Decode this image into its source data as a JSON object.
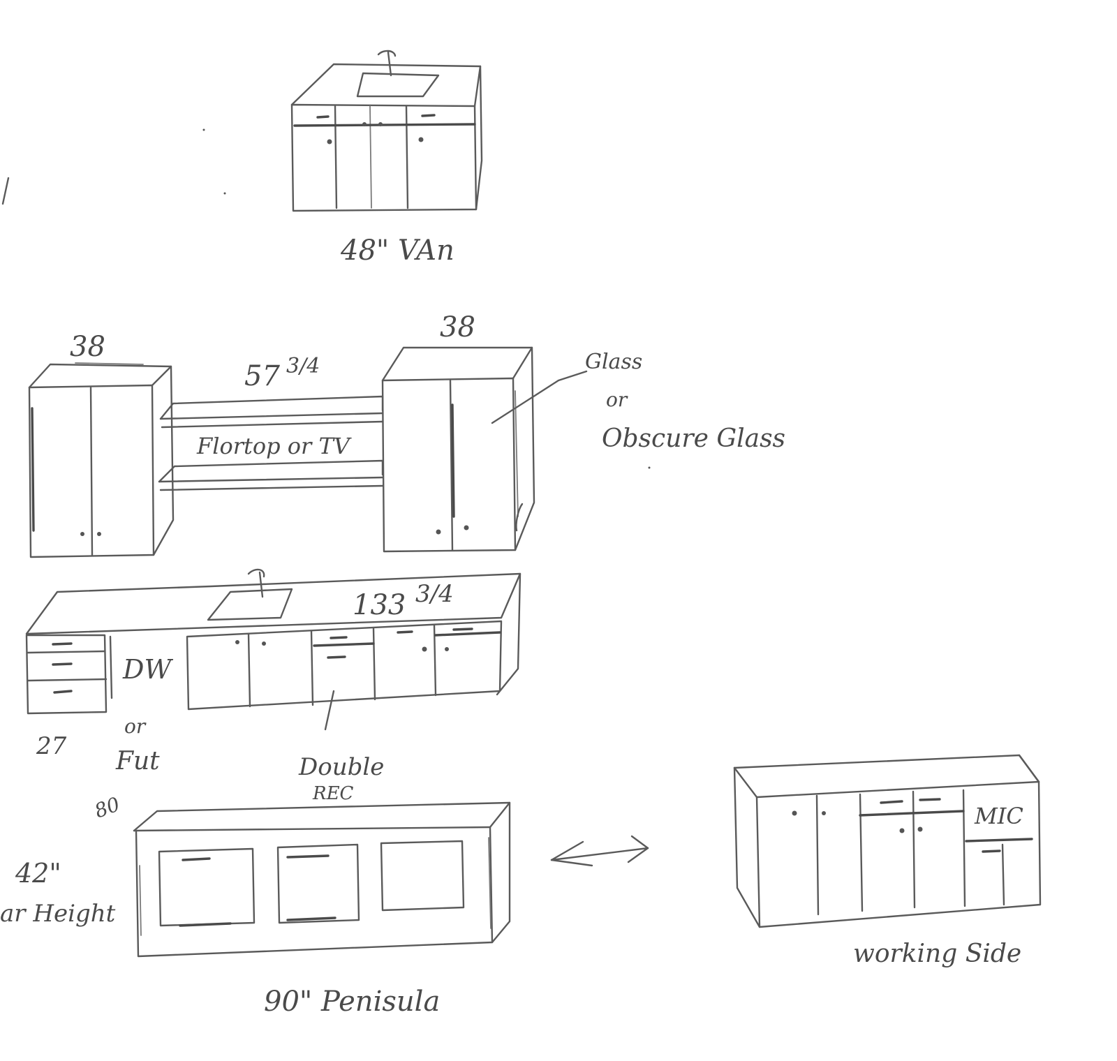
{
  "vanity": {
    "label": "48\" VAn"
  },
  "wall_units": {
    "left_width": "38",
    "right_width": "38",
    "gap_width_main": "57",
    "gap_width_frac": "3/4",
    "shelf_note": "Flortop or TV",
    "glass_note_line1": "Glass",
    "glass_note_line2": "or",
    "glass_note_line3": "Obscure Glass"
  },
  "base_run": {
    "length_main": "133",
    "length_frac": "3/4",
    "dw_label": "DW",
    "or_label": "or",
    "fut_label": "Fut",
    "side_dim": "27",
    "double_label": "Double",
    "double_label2": "REC"
  },
  "peninsula": {
    "label": "90\" Penisula",
    "angle_mark": "80",
    "height_line1": "42\"",
    "height_line2": "ar Height"
  },
  "working_side": {
    "label": "working Side",
    "mic_label": "MIC"
  },
  "colors": {
    "pencil": "#5a5a5a",
    "paper": "#ffffff"
  }
}
